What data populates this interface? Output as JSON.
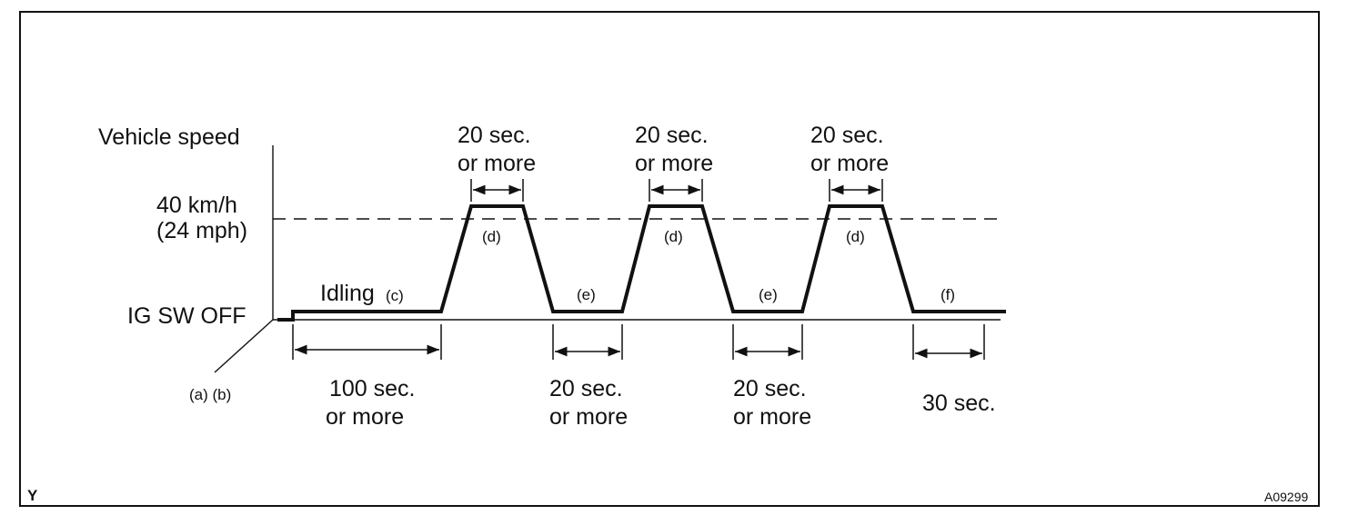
{
  "labels": {
    "y_axis": "Vehicle speed",
    "speed_line1": "40 km/h",
    "speed_line2": "(24 mph)",
    "ig_off": "IG SW OFF",
    "start_steps": "(a) (b)",
    "idling": "Idling",
    "idling_step": "(c)",
    "step_d": "(d)",
    "step_e": "(e)",
    "step_f": "(f)",
    "hold_top": [
      "20 sec.",
      "or more"
    ],
    "idle_100": [
      "100 sec.",
      "or more"
    ],
    "idle_20": [
      "20 sec.",
      "or more"
    ],
    "final_30": "30 sec.",
    "corner_left": "Y",
    "figure_code": "A09299"
  }
}
